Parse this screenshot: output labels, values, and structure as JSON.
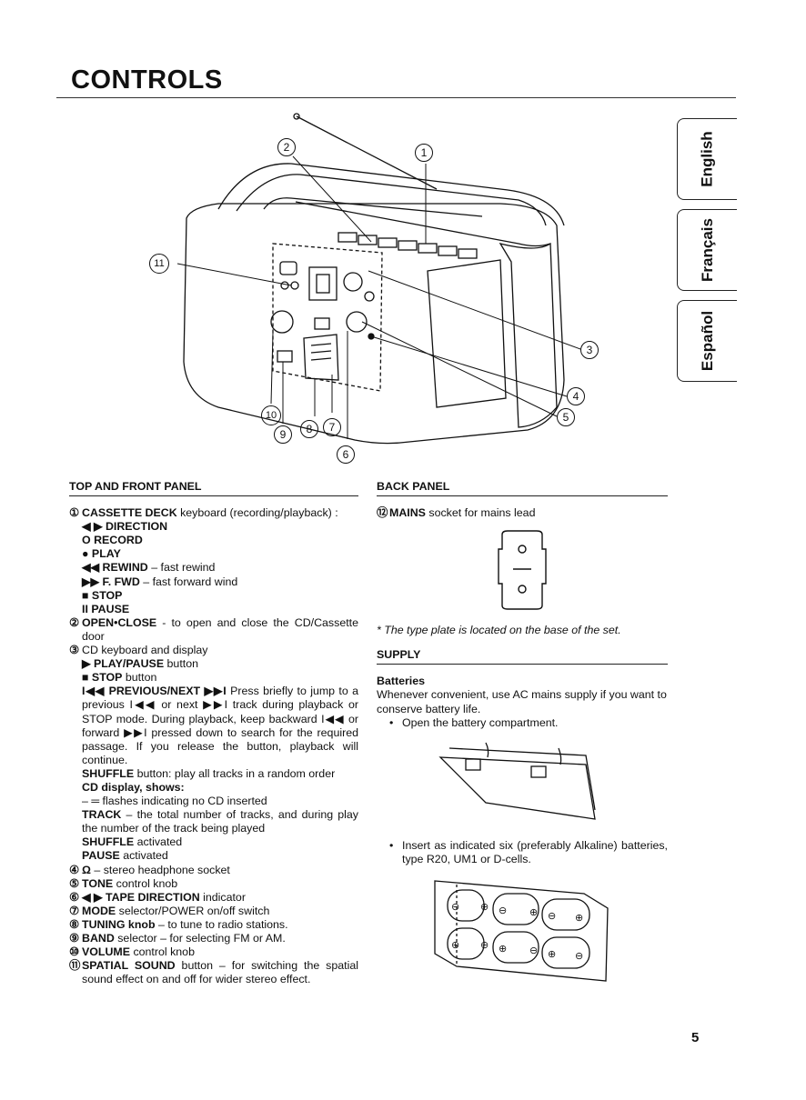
{
  "page": {
    "title": "CONTROLS",
    "page_number": "5"
  },
  "language_tabs": [
    "English",
    "Français",
    "Español"
  ],
  "figure": {
    "callouts": [
      "1",
      "2",
      "3",
      "4",
      "5",
      "6",
      "7",
      "8",
      "9",
      "10",
      "11"
    ]
  },
  "top_front_panel": {
    "heading": "TOP AND FRONT PANEL",
    "items": [
      {
        "num": "①",
        "bold": "CASSETTE DECK",
        "text": " keyboard (recording/playback) :"
      },
      {
        "sub": true,
        "bold": "◀ ▶ DIRECTION",
        "text": ""
      },
      {
        "sub": true,
        "bold": "O RECORD",
        "text": ""
      },
      {
        "sub": true,
        "bold": "● PLAY",
        "text": ""
      },
      {
        "sub": true,
        "bold": "◀◀ REWIND",
        "text": " – fast rewind"
      },
      {
        "sub": true,
        "bold": "▶▶ F. FWD",
        "text": " – fast forward wind"
      },
      {
        "sub": true,
        "bold": "■ STOP",
        "text": ""
      },
      {
        "sub": true,
        "bold": "II PAUSE",
        "text": ""
      },
      {
        "num": "②",
        "bold": "OPEN•CLOSE",
        "text": " - to open and close the CD/Cassette door"
      },
      {
        "num": "③",
        "bold": "",
        "text": "CD keyboard and display"
      },
      {
        "sub": true,
        "bold": "▶ PLAY/PAUSE",
        "text": " button"
      },
      {
        "sub": true,
        "bold": "■ STOP",
        "text": " button"
      },
      {
        "sub": true,
        "bold": "I◀◀ PREVIOUS/NEXT ▶▶I",
        "text": " Press briefly to jump to a previous I◀◀ or next ▶▶I track during playback or STOP mode. During playback, keep backward I◀◀ or forward ▶▶I pressed down to search for the required passage. If you release the button, playback will continue."
      },
      {
        "sub": true,
        "bold": "SHUFFLE",
        "text": " button: play all tracks in a random order"
      },
      {
        "sub": true,
        "bold": "CD display, shows:",
        "text": ""
      },
      {
        "sub": true,
        "bold": "",
        "text": "– ═ flashes indicating no CD inserted"
      },
      {
        "sub": true,
        "bold": "TRACK",
        "text": " – the total number of tracks, and during play the number of the track being played"
      },
      {
        "sub": true,
        "bold": "SHUFFLE",
        "text": " activated"
      },
      {
        "sub": true,
        "bold": "PAUSE",
        "text": " activated"
      },
      {
        "num": "④",
        "bold": "Ω",
        "text": " – stereo headphone socket"
      },
      {
        "num": "⑤",
        "bold": "TONE",
        "text": " control knob"
      },
      {
        "num": "⑥",
        "bold": "◀ ▶ TAPE DIRECTION",
        "text": " indicator"
      },
      {
        "num": "⑦",
        "bold": "MODE",
        "text": " selector/POWER on/off switch"
      },
      {
        "num": "⑧",
        "bold": "TUNING knob",
        "text": " – to tune to radio stations."
      },
      {
        "num": "⑨",
        "bold": "BAND",
        "text": " selector – for selecting FM or AM."
      },
      {
        "num": "⑩",
        "bold": "VOLUME",
        "text": " control knob"
      },
      {
        "num": "⑪",
        "bold": "SPATIAL SOUND",
        "text": " button – for switching the spatial sound effect on and off for wider stereo effect."
      }
    ]
  },
  "back_panel": {
    "heading": "BACK PANEL",
    "item_num": "⑫",
    "item_bold": "MAINS",
    "item_text": " socket for mains lead",
    "note": "* The type plate is located on the base of the set."
  },
  "supply": {
    "heading": "SUPPLY",
    "subheading": "Batteries",
    "text1": "Whenever convenient, use AC mains supply if you want to conserve battery life.",
    "bullet1": "Open the battery compartment.",
    "bullet2": "Insert as indicated six (preferably Alkaline) batteries, type R20, UM1 or D-cells."
  }
}
